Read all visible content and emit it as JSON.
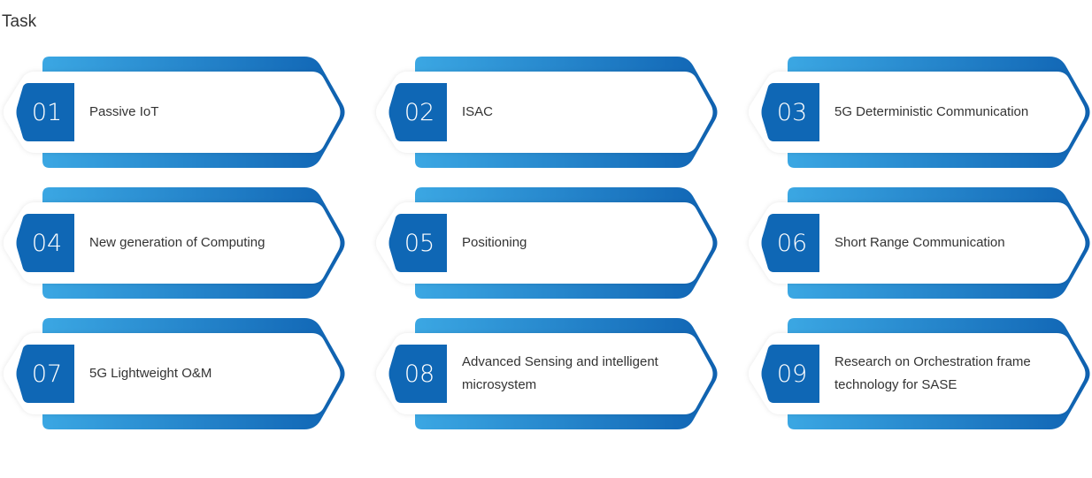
{
  "page": {
    "heading": "Task"
  },
  "colors": {
    "band_light": "#3ba7e3",
    "band_dark": "#0f63b3",
    "badge": "#0f67b5",
    "card": "#ffffff",
    "text": "#333333"
  },
  "tasks": [
    {
      "number": "01",
      "label": "Passive IoT"
    },
    {
      "number": "02",
      "label": "ISAC"
    },
    {
      "number": "03",
      "label": "5G Deterministic Communication"
    },
    {
      "number": "04",
      "label": "New generation of Computing"
    },
    {
      "number": "05",
      "label": "Positioning"
    },
    {
      "number": "06",
      "label": "Short Range Communication"
    },
    {
      "number": "07",
      "label": "5G Lightweight O&M"
    },
    {
      "number": "08",
      "label": "Advanced Sensing and intelligent microsystem"
    },
    {
      "number": "09",
      "label": "Research on Orchestration frame technology for SASE"
    }
  ]
}
